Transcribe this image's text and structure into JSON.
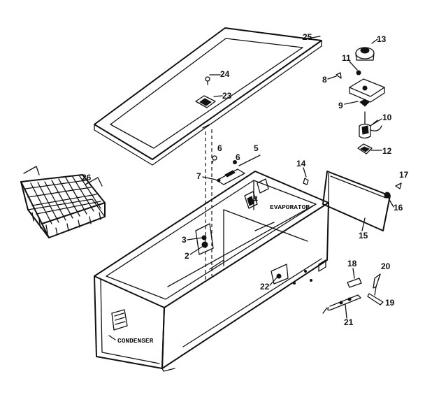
{
  "diagram": {
    "callouts": {
      "c25": "25",
      "c24": "24",
      "c23": "23",
      "c13": "13",
      "c11": "11",
      "c8a": "8",
      "c9": "9",
      "c10": "10",
      "c12": "12",
      "c26": "26",
      "c6a": "6",
      "c6b": "6",
      "c5": "5",
      "c7": "7",
      "c14": "14",
      "c4": "4",
      "c17": "17",
      "c16": "16",
      "c15": "15",
      "c3": "3",
      "c2": "2",
      "c18": "18",
      "c20": "20",
      "c22": "22",
      "c19": "19",
      "c21": "21"
    },
    "labels": {
      "evaporator": "EVAPORATOR",
      "condenser": "CONDENSER"
    }
  }
}
